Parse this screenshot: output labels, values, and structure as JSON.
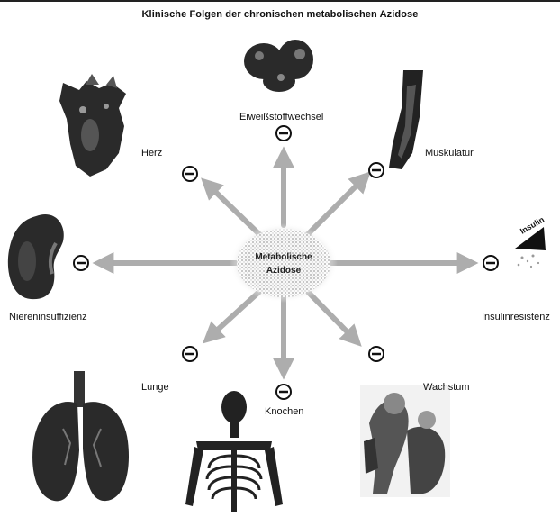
{
  "title": "Klinische Folgen der chronischen metabolischen Azidose",
  "center": {
    "line1": "Metabolische",
    "line2": "Azidose"
  },
  "effect_symbol": "−",
  "labels": {
    "protein": "Eiweißstoffwechsel",
    "heart": "Herz",
    "muscle": "Muskulatur",
    "kidney": "Niereninsuffizienz",
    "insulin_resistance": "Insulinresistenz",
    "lung": "Lunge",
    "bone": "Knochen",
    "growth": "Wachstum",
    "insulin": "Insulin"
  },
  "icons": {
    "protein": "protein-molecule-icon",
    "heart": "heart-organ-icon",
    "muscle": "muscle-tissue-icon",
    "kidney": "kidney-organ-icon",
    "insulin": "insulin-syringe-icon",
    "lung": "lungs-organ-icon",
    "bone": "skeleton-icon",
    "growth": "children-icon"
  },
  "colors": {
    "arrow": "#a9a9a9",
    "organ": "#2a2a2a",
    "ink": "#111111"
  }
}
